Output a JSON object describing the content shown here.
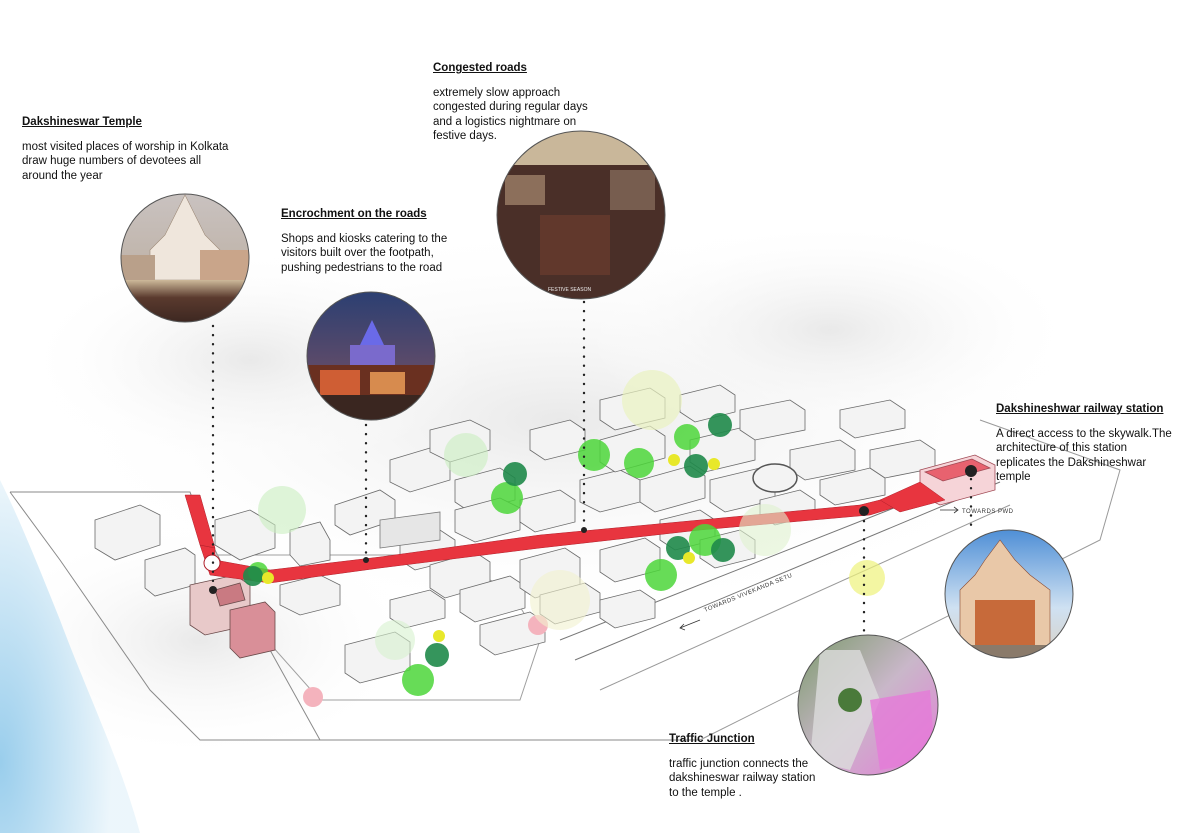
{
  "notes": {
    "temple": {
      "title": "Dakshineswar Temple",
      "body": "most visited places of worship in Kolkata\ndraw huge numbers of devotees all\naround the year"
    },
    "encroachment": {
      "title": "Encrochment on the roads",
      "body": "Shops and kiosks catering to the\nvisitors built over the footpath,\npushing pedestrians to the road"
    },
    "congested": {
      "title": "Congested roads",
      "body": "extremely slow approach\ncongested during regular days\nand a logistics nightmare on\nfestive days."
    },
    "station": {
      "title": "Dakshineshwar railway station",
      "body": "A direct access to the skywalk.The\narchitecture of this station\nreplicates the Dakshineshwar\ntemple"
    },
    "junction": {
      "title": "Traffic Junction",
      "body": "traffic junction connects the\ndakshineswar railway station\nto the temple ."
    }
  },
  "road_labels": {
    "vivekananda": "TOWARDS VIVEKANDA SETU",
    "pwd": "TOWARDS PWD"
  },
  "photo_captions": {
    "festive": "FESTIVE SEASON"
  },
  "colors": {
    "road_red": "#e8353f",
    "tree_light_green": "#4cd63a",
    "tree_dark_green": "#1f8a4a",
    "tree_yellow": "#e8e82a",
    "tree_pink": "#f4b3bd",
    "water": "#bfe0f2"
  }
}
